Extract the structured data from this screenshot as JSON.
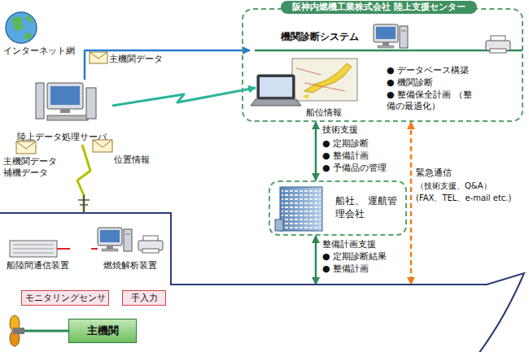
{
  "diagram": {
    "nodes": [
      {
        "text": [
          "阪神内燃機工業株式会社 陸上支援センター"
        ]
      },
      {
        "text": [
          "機関診断システム",
          "● データベース構築",
          "● 機関診断",
          "● 整備保全計画 （整備の最適化）"
        ],
        "in": 0
      },
      {
        "text": [
          "船位情報"
        ],
        "in": 0
      },
      {
        "text": [
          "陸上データ処理サーバ"
        ]
      },
      {
        "text": [
          "船社、 運航管理会社"
        ]
      },
      {
        "text": []
      },
      {
        "text": [
          "船陸間通信装置"
        ],
        "in": 5
      },
      {
        "text": [
          "燃焼解析装置"
        ],
        "in": 5
      },
      {
        "text": [
          "モニタリングセンサ"
        ],
        "in": 5
      },
      {
        "text": [
          "手入力"
        ],
        "in": 5
      },
      {
        "text": [
          "主機関"
        ],
        "in": 5
      }
    ],
    "edges": [
      {
        "from": 3,
        "to": 1,
        "arrow": "to"
      },
      {
        "from": 3,
        "to": 2,
        "arrow": "to"
      },
      {
        "from": 5,
        "to": 3,
        "arrow": "none"
      },
      {
        "from": 0,
        "to": 4,
        "label": "技術支援",
        "arrow": "both"
      },
      {
        "from": 4,
        "to": 5,
        "label": "整備計画支援",
        "arrow": "both"
      },
      {
        "from": 0,
        "to": 5,
        "label": "緊急通信",
        "arrow": "both"
      },
      {
        "from": 6,
        "to": 7,
        "arrow": "none"
      },
      {
        "from": 8,
        "to": 7,
        "arrow": "to"
      },
      {
        "from": 9,
        "to": 7,
        "arrow": "to"
      }
    ],
    "labels": [
      "インターネット網",
      "主機関データ",
      "主機関データ 補機データ",
      "位置情報",
      "● 定期診断",
      "● 整備計画",
      "● 予備品の管理",
      "● 定期診断結果",
      "● 整備計画",
      "（技術支援、Q&A）",
      "(FAX、TEL、e-mail etc.)"
    ]
  }
}
